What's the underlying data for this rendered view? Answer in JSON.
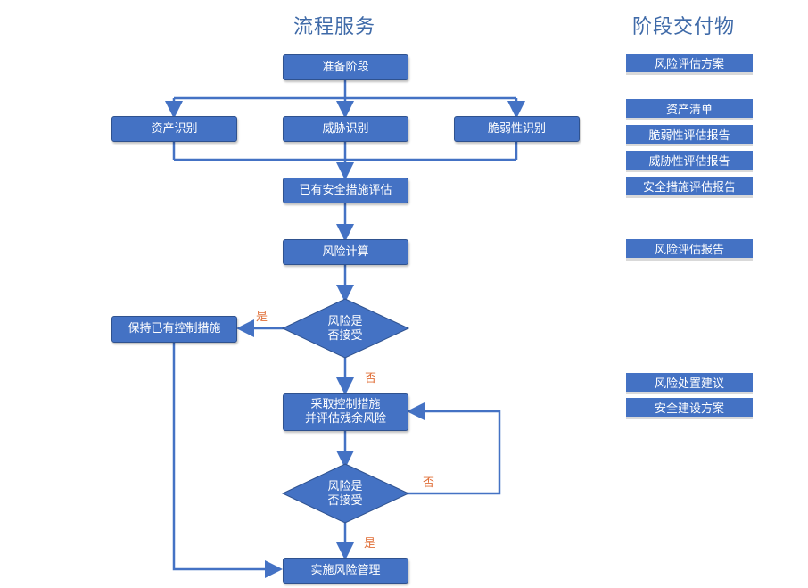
{
  "headings": {
    "process": "流程服务",
    "deliverables": "阶段交付物"
  },
  "nodes": {
    "prepare": "准备阶段",
    "asset": "资产识别",
    "threat": "威胁识别",
    "vuln": "脆弱性识别",
    "existing": "已有安全措施评估",
    "calc": "风险计算",
    "decision1": "风险是\n否接受",
    "keep": "保持已有控制措施",
    "control": "采取控制措施\n并评估残余风险",
    "decision2": "风险是\n否接受",
    "implement": "实施风险管理"
  },
  "edge_labels": {
    "yes1": "是",
    "no1": "否",
    "no2": "否",
    "yes2": "是"
  },
  "deliverables": [
    "风险评估方案",
    "资产清单",
    "脆弱性评估报告",
    "威胁性评估报告",
    "安全措施评估报告",
    "风险评估报告",
    "风险处置建议",
    "安全建设方案"
  ],
  "colors": {
    "box": "#4472c4",
    "line": "#4472c4",
    "heading": "#3f6aa8",
    "label": "#e0703a"
  }
}
